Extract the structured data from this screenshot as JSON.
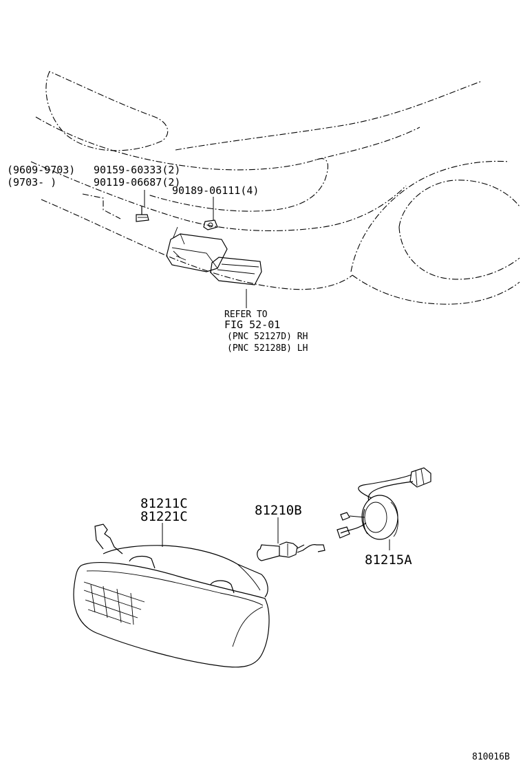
{
  "upper_assembly": {
    "date_range_1": "(9609-9703)",
    "date_range_2": "(9703-     )",
    "part_screw_1": "90159-60333(2)",
    "part_screw_2": "90119-06687(2)",
    "part_nut": "90189-06111(4)",
    "refer_line_1": "REFER TO",
    "refer_line_2": "FIG  52-01",
    "refer_line_3": "(PNC  52127D) RH",
    "refer_line_4": "(PNC  52128B) LH"
  },
  "lower_assembly": {
    "part_lamp_1": "81211C",
    "part_lamp_2": "81221C",
    "part_bulb": "81210B",
    "part_socket": "81215A"
  },
  "footer": {
    "figure_code": "810016B"
  }
}
